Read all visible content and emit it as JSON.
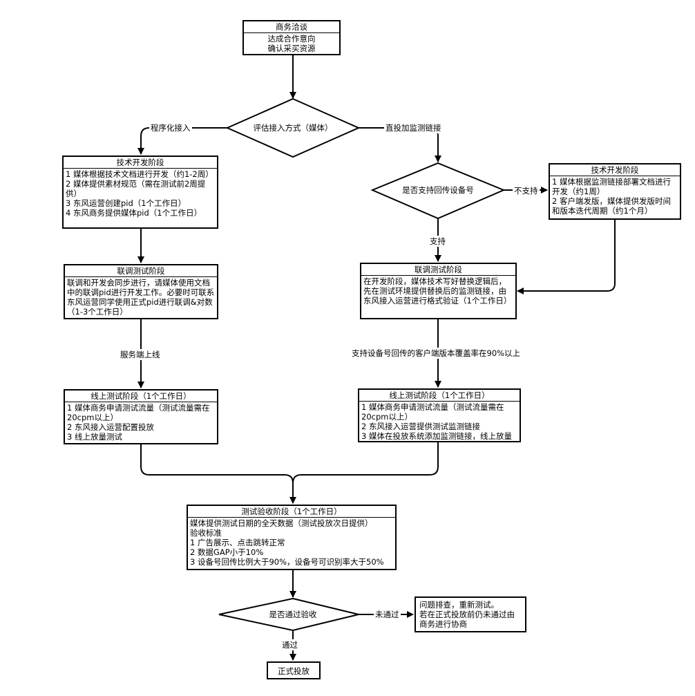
{
  "start": {
    "title": "商务洽谈",
    "lines": [
      "达成合作意向",
      "确认采买资源"
    ]
  },
  "decision_access": {
    "label": "评估接入方式（媒体）"
  },
  "edge_programmatic": "程序化接入",
  "edge_direct": "直投加监测链接",
  "left_dev": {
    "title": "技术开发阶段",
    "lines": [
      "1 媒体根据技术文档进行开发（约1-2周）",
      "2 媒体提供素材规范（需在测试前2周提供）",
      "3 东风运营创建pid（1个工作日）",
      "4 东风商务提供媒体pid（1个工作日）"
    ]
  },
  "left_joint": {
    "title": "联调测试阶段",
    "lines": [
      "联调和开发会同步进行，请媒体使用文档中的联调pid进行开发工作。必要时可联系东风运营同学使用正式pid进行联调&对数（1-3个工作日）"
    ]
  },
  "edge_server_online": "服务端上线",
  "left_online": {
    "title": "线上测试阶段（1个工作日）",
    "lines": [
      "1 媒体商务申请测试流量（测试流量需在20cpm以上）",
      "2 东风接入运营配置投放",
      "3 线上放量测试"
    ]
  },
  "decision_device": {
    "label": "是否支持回传设备号"
  },
  "edge_not_support": "不支持",
  "edge_support": "支持",
  "right_dev": {
    "title": "技术开发阶段",
    "lines": [
      "1 媒体根据监测链接部署文档进行开发（约1周）",
      "2 客户端发版，媒体提供发版时间和版本迭代周期（约1个月）"
    ]
  },
  "right_joint": {
    "title": "联调测试阶段",
    "lines": [
      "在开发阶段，媒体技术写好替换逻辑后，先在测试环境提供替换后的监测链接，由东风接入运营进行格式验证（1个工作日）"
    ]
  },
  "edge_coverage": "支持设备号回传的客户端版本覆盖率在90%以上",
  "right_online": {
    "title": "线上测试阶段（1个工作日）",
    "lines": [
      "1 媒体商务申请测试流量（测试流量需在20cpm以上）",
      "2 东风接入运营提供测试监测链接",
      "3 媒体在投放系统添加监测链接，线上放量"
    ]
  },
  "acceptance": {
    "title": "测试验收阶段（1个工作日）",
    "lines": [
      "媒体提供测试日期的全天数据（测试投放次日提供）",
      "验收标准",
      "1 广告展示、点击跳转正常",
      "2 数据GAP小于10%",
      "3 设备号回传比例大于90%，设备号可识别率大于50%"
    ]
  },
  "decision_pass": {
    "label": "是否通过验收"
  },
  "edge_fail": "未通过",
  "edge_pass": "通过",
  "retest": {
    "lines": [
      "问题排查，重新测试。",
      "若在正式投放前仍未通过由商务进行协商"
    ]
  },
  "final": {
    "label": "正式投放"
  }
}
